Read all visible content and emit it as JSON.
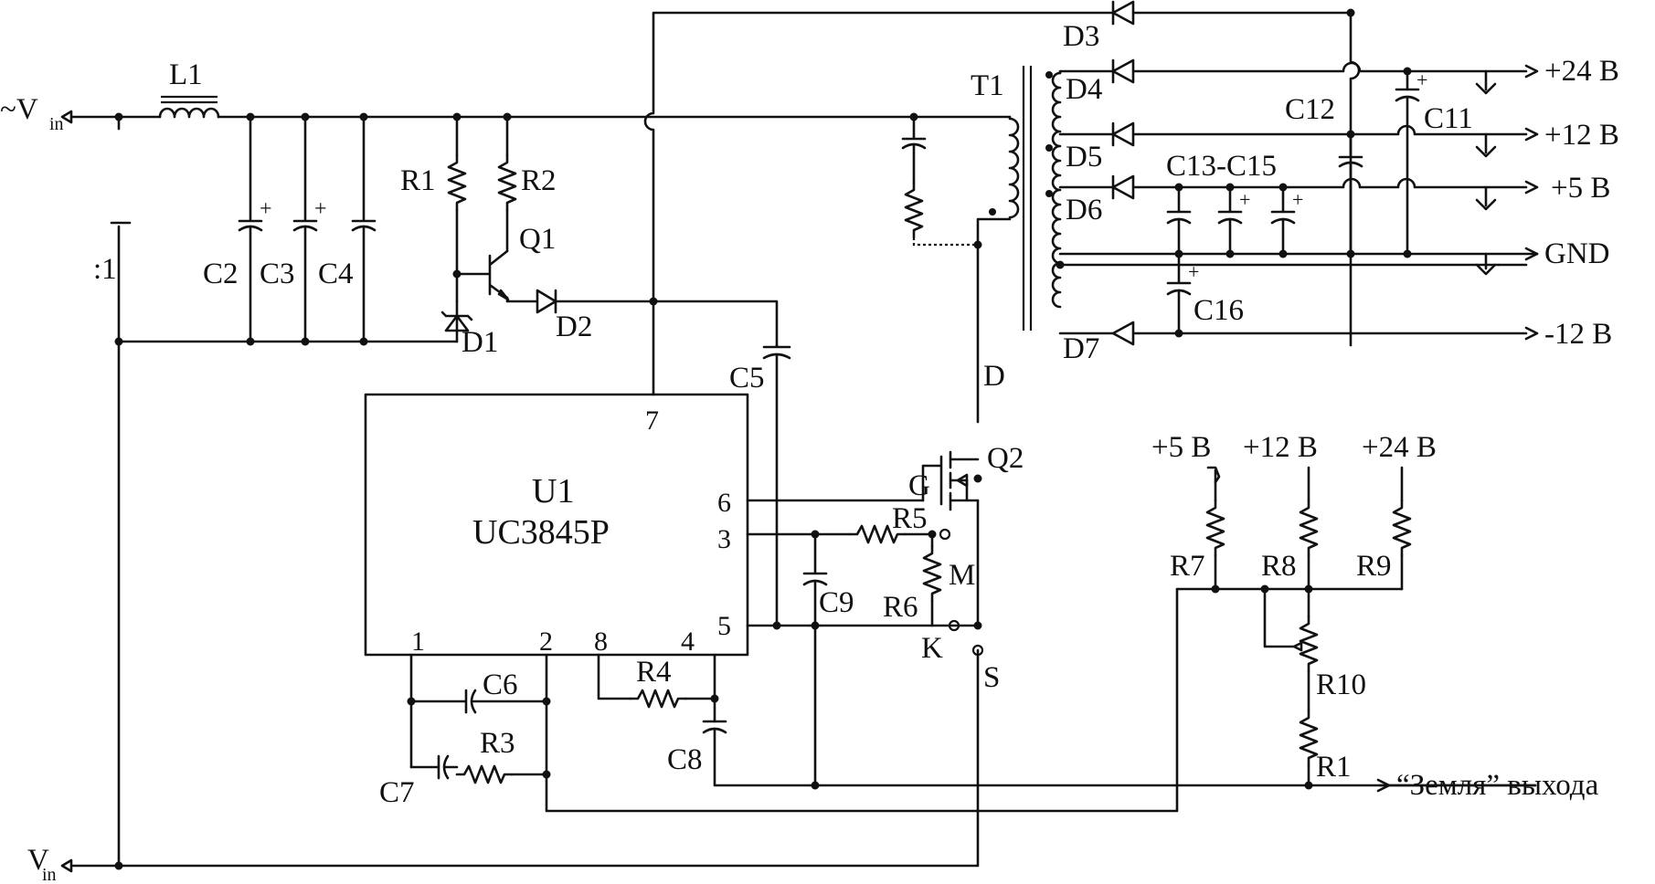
{
  "diagram": {
    "inputs": {
      "vin_pos": "~V",
      "vin_pos_sub": "in",
      "vin_neg": "V",
      "vin_neg_sub": "in"
    },
    "components": {
      "L1": "L1",
      "C1": ":1",
      "C2": "C2",
      "C3": "C3",
      "C4": "C4",
      "C5": "C5",
      "C6": "C6",
      "C7": "C7",
      "C8": "C8",
      "C9": "C9",
      "C11": "C11",
      "C12": "C12",
      "C13_C15": "C13-C15",
      "C16": "C16",
      "R1": "R1",
      "R2": "R2",
      "R3": "R3",
      "R4": "R4",
      "R5": "R5",
      "R6": "R6",
      "R7": "R7",
      "R8": "R8",
      "R9": "R9",
      "R10": "R10",
      "R11": "R1",
      "D1": "D1",
      "D2": "D2",
      "D3": "D3",
      "D4": "D4",
      "D5": "D5",
      "D6": "D6",
      "D7": "D7",
      "Q1": "Q1",
      "Q2": "Q2",
      "T1": "T1"
    },
    "ic": {
      "ref": "U1",
      "part": "UC3845P",
      "pins": {
        "p1": "1",
        "p2": "2",
        "p3": "3",
        "p4": "4",
        "p5": "5",
        "p6": "6",
        "p7": "7",
        "p8": "8"
      }
    },
    "mosfet_pins": {
      "drain": "D",
      "gate": "G",
      "mark_m": "M",
      "mark_k": "K",
      "source": "S"
    },
    "outputs": {
      "out_24": "+24 B",
      "out_12": "+12 B",
      "out_5": "+5 B",
      "out_gnd": "GND",
      "out_m12": "-12 B",
      "ground": "“Земля” выхода"
    },
    "feedback_refs": {
      "ref5": "+5 B",
      "ref12": "+12 B",
      "ref24": "+24 B"
    },
    "plus": "+"
  }
}
